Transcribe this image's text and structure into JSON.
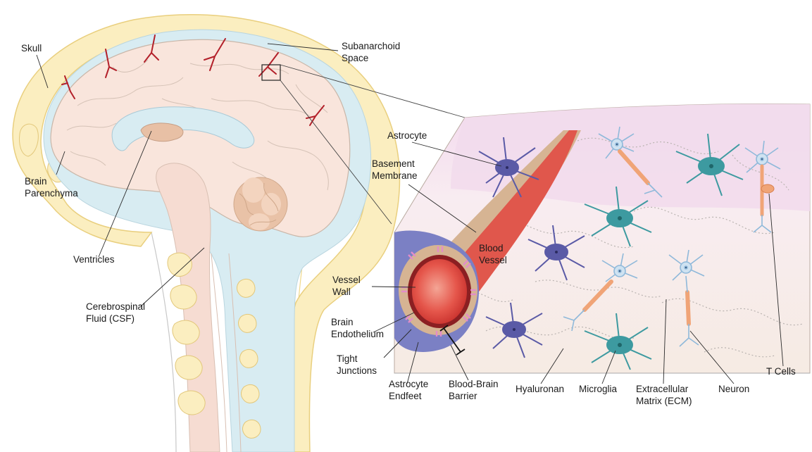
{
  "labels": {
    "skull": [
      "Skull"
    ],
    "subarachnoid_space": [
      "Subanarchoid",
      "Space"
    ],
    "brain_parenchyma": [
      "Brain",
      "Parenchyma"
    ],
    "ventricles": [
      "Ventricles"
    ],
    "csf": [
      "Cerebrospinal",
      "Fluid (CSF)"
    ],
    "astrocyte": [
      "Astrocyte"
    ],
    "basement_membrane": [
      "Basement",
      "Membrane"
    ],
    "blood_vessel": [
      "Blood",
      "Vessel"
    ],
    "vessel_wall": [
      "Vessel",
      "Wall"
    ],
    "brain_endothelium": [
      "Brain",
      "Endothelium"
    ],
    "tight_junctions": [
      "Tight",
      "Junctions"
    ],
    "astrocyte_endfeet": [
      "Astrocyte",
      "Endfeet"
    ],
    "blood_brain_barrier": [
      "Blood-Brain",
      "Barrier"
    ],
    "hyaluronan": [
      "Hyaluronan"
    ],
    "microglia": [
      "Microglia"
    ],
    "ecm": [
      "Extracellular",
      "Matrix (ECM)"
    ],
    "neuron": [
      "Neuron"
    ],
    "t_cells": [
      "T Cells"
    ]
  },
  "colors": {
    "skull": "#fbeec0",
    "skull_outline": "#e9cf7e",
    "csf": "#d8ecf2",
    "brain": "#f9e5dc",
    "brain_outline": "#c9b6a8",
    "cerebellum": "#e9c2a7",
    "vessel_red": "#b3202a",
    "blood": "#e0574c",
    "basement": "#d6b493",
    "endfeet": "#7b80c4",
    "tight_junction": "#e38cc9",
    "astrocyte": "#5a5aa6",
    "microglia": "#3d9aa0",
    "neuron": "#8fb9da",
    "tcell": "#f0a477",
    "matrix_bg": "#f7ece4",
    "pink_band": "#f2dcec"
  }
}
